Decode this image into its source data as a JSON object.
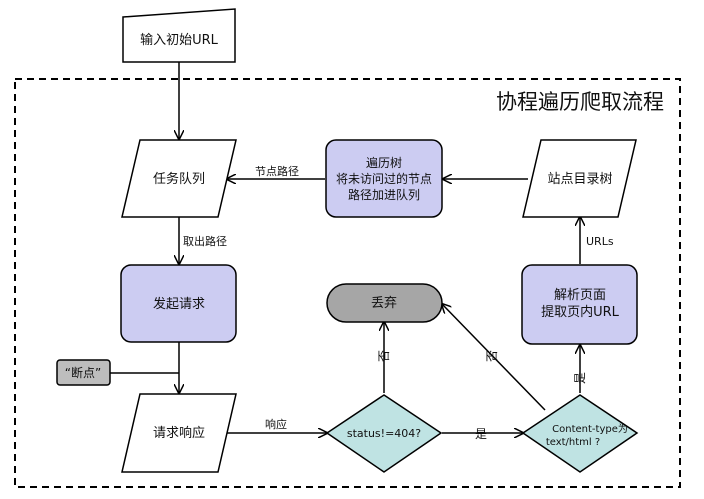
{
  "title": "协程遍历爬取流程",
  "nodes": {
    "input_url": "输入初始URL",
    "task_queue": "任务队列",
    "traverse_tree": [
      "遍历树",
      "将未访问过的节点",
      "路径加进队列"
    ],
    "site_tree": "站点目录树",
    "send_request": "发起请求",
    "discard": "丢弃",
    "parse_page": [
      "解析页面",
      "提取页内URL"
    ],
    "breakpoint": "“断点”",
    "response": "请求响应",
    "status_check": "status!=404?",
    "content_type_check": [
      "Content-type为",
      "text/html ?"
    ]
  },
  "edge_labels": {
    "node_path": "节点路径",
    "take_path": "取出路径",
    "urls": "URLs",
    "response": "响应",
    "no": "否",
    "yes": "是"
  },
  "colors": {
    "process_fill": "#ccccf2",
    "decision_fill": "#bfe3e3",
    "terminal_fill": "#a6a6a6",
    "breakpoint_fill": "#bdbdbd",
    "stroke": "#000000"
  }
}
